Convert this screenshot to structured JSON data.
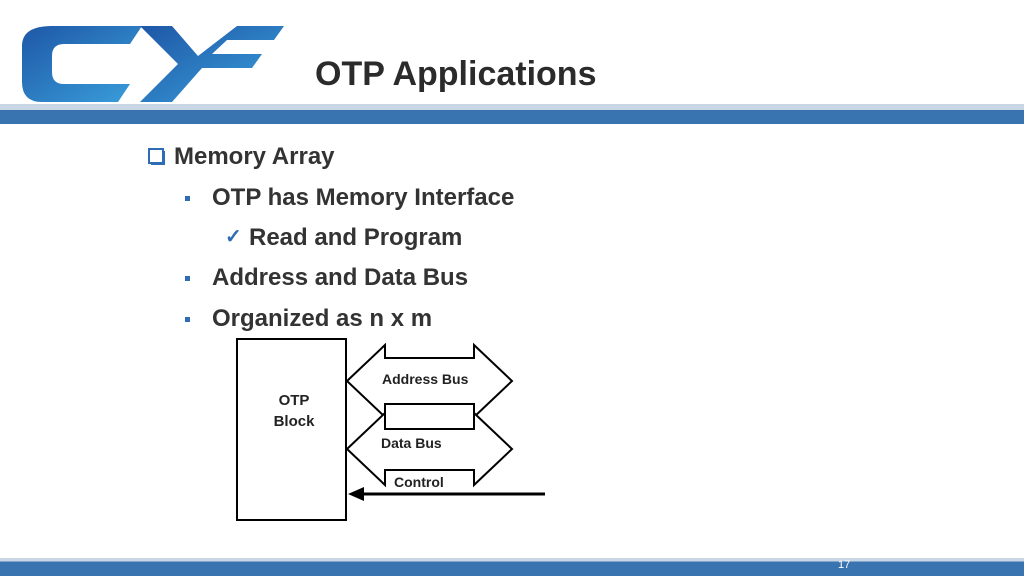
{
  "title": "OTP Applications",
  "logo": {
    "name": "cx-logo",
    "colors": [
      "#1e57a6",
      "#3aa0dc"
    ]
  },
  "bullets": {
    "level1": {
      "icon": "checkbox-square-icon",
      "text": "Memory Array"
    },
    "item1": {
      "icon": "square-bullet-icon",
      "text": "OTP has Memory Interface"
    },
    "item1_sub": {
      "icon": "checkmark-icon",
      "text": "Read and Program"
    },
    "item2": {
      "icon": "square-bullet-icon",
      "text": "Address and Data Bus"
    },
    "item3": {
      "icon": "square-bullet-icon",
      "text": "Organized as  n x m"
    }
  },
  "diagram": {
    "block_line1": "OTP",
    "block_line2": "Block",
    "address_bus": "Address Bus",
    "data_bus": "Data  Bus",
    "control": "Control"
  },
  "footer": {
    "page_number": "17"
  },
  "colors": {
    "accent": "#2e6db3",
    "bar": "#3a74b0"
  }
}
